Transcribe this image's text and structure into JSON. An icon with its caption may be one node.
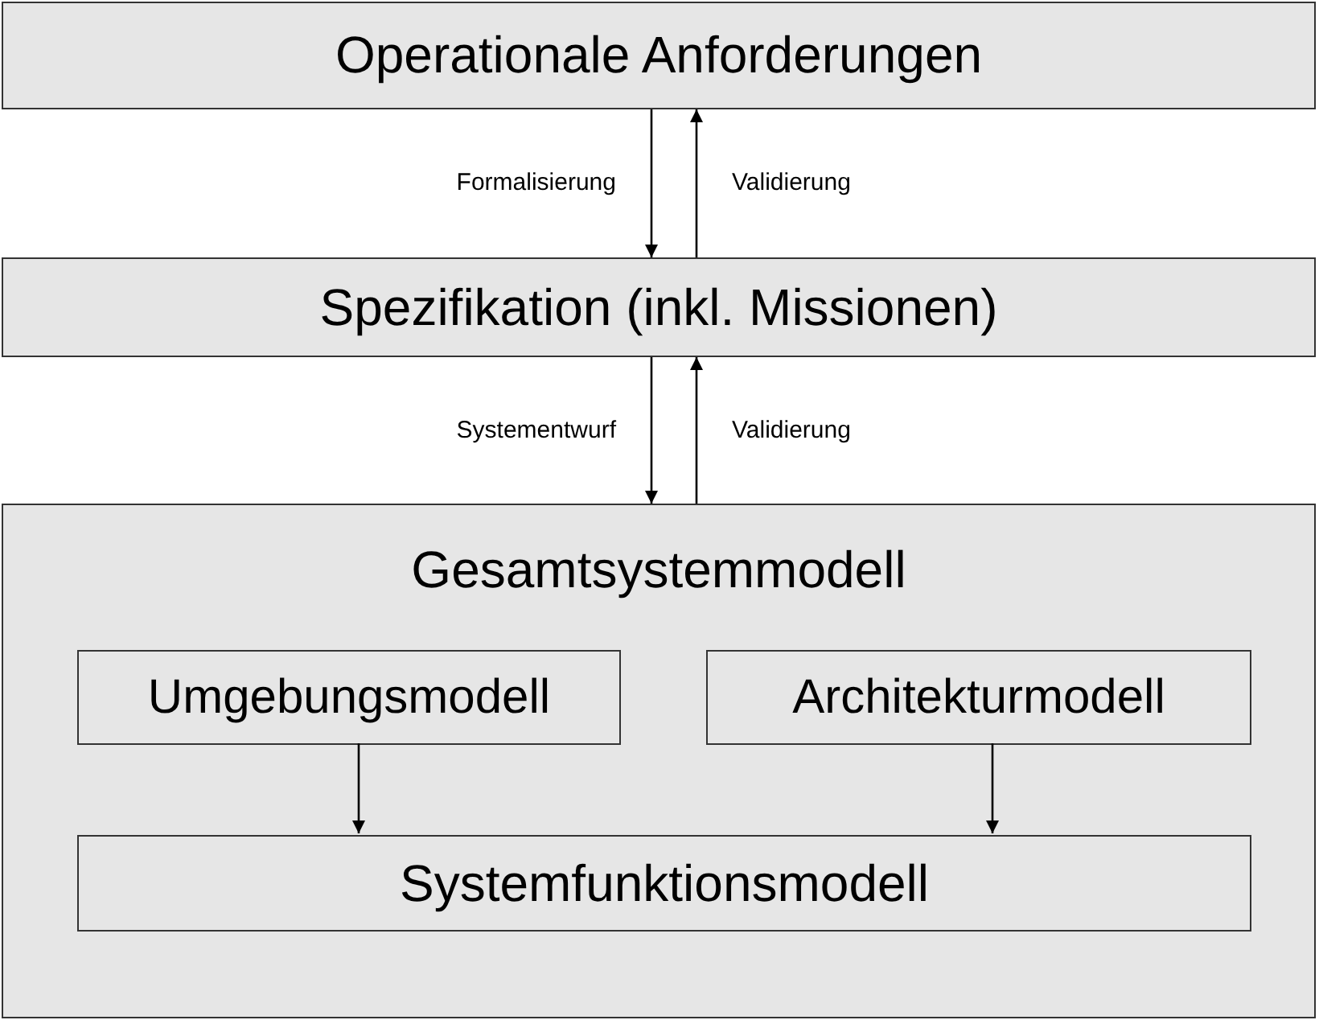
{
  "diagram": {
    "nodes": [
      {
        "text": [
          "Operationale Anforderungen"
        ]
      },
      {
        "text": [
          "Spezifikation (inkl. Missionen)"
        ]
      },
      {
        "text": [
          "Gesamtsystemmodell"
        ]
      },
      {
        "text": [
          "Umgebungsmodell"
        ],
        "in": 2
      },
      {
        "text": [
          "Architekturmodell"
        ],
        "in": 2
      },
      {
        "text": [
          "Systemfunktionsmodell"
        ],
        "in": 2
      }
    ],
    "edges": [
      {
        "from": 0,
        "to": 1,
        "arrow": "to",
        "label": "Formalisierung"
      },
      {
        "from": 1,
        "to": 0,
        "arrow": "to",
        "label": "Validierung"
      },
      {
        "from": 1,
        "to": 2,
        "arrow": "to",
        "label": "Systementwurf"
      },
      {
        "from": 2,
        "to": 1,
        "arrow": "to",
        "label": "Validierung"
      },
      {
        "from": 3,
        "to": 5,
        "arrow": "to"
      },
      {
        "from": 4,
        "to": 5,
        "arrow": "to"
      }
    ]
  }
}
